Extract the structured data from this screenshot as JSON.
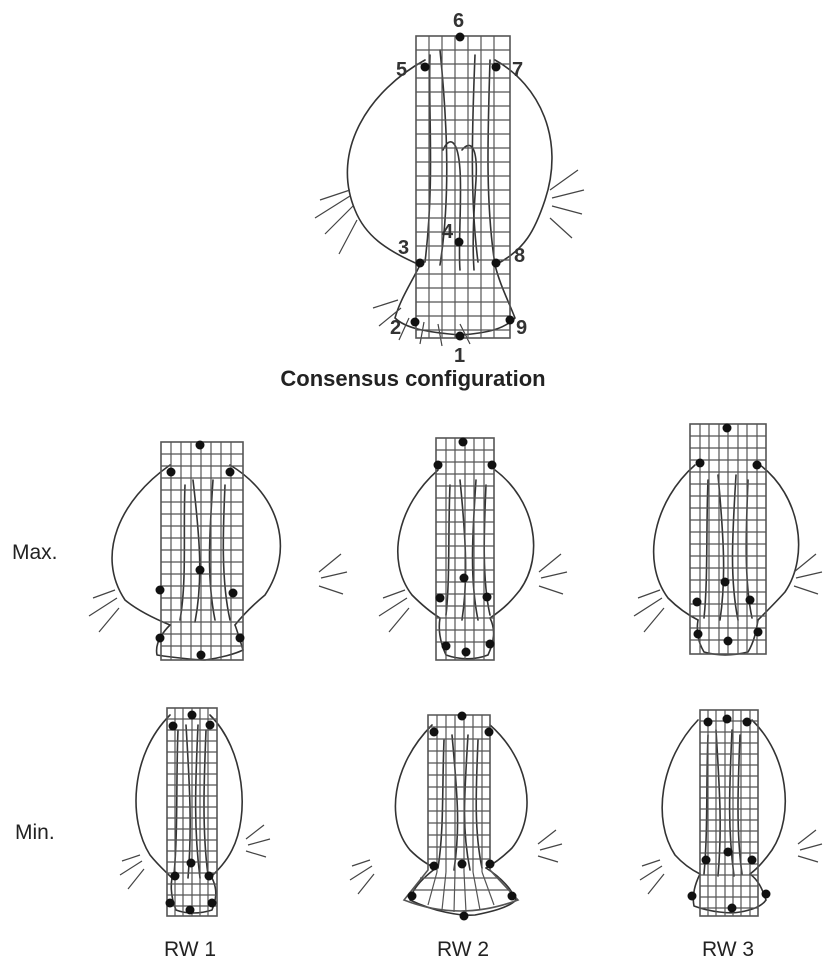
{
  "figure": {
    "consensus_title": "Consensus configuration",
    "row_labels": [
      "Max.",
      "Min."
    ],
    "column_labels": [
      "RW 1",
      "RW 2",
      "RW 3"
    ],
    "landmark_numbers": [
      "1",
      "2",
      "3",
      "4",
      "5",
      "6",
      "7",
      "8",
      "9"
    ]
  },
  "colors": {
    "line": "#333333",
    "grid": "#555555",
    "landmark": "#111111"
  }
}
